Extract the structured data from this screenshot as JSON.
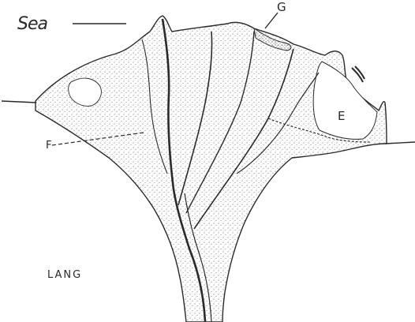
{
  "labels": {
    "sea": "Sea",
    "g": "G",
    "e": "E",
    "f": "F",
    "land": "LANG"
  },
  "colors": {
    "ink": "#2a2a2a",
    "stipple": "#555555",
    "paper": "#ffffff"
  }
}
